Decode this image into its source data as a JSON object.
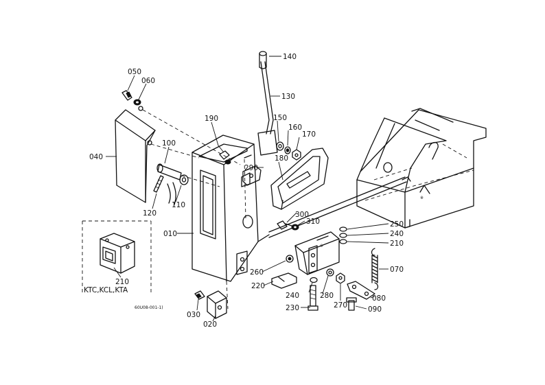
{
  "callouts": {
    "c050": "050",
    "c060": "060",
    "c040": "040",
    "c190": "190",
    "c100": "100",
    "c120": "120",
    "c110": "110",
    "c010": "010",
    "c140": "140",
    "c130": "130",
    "c150": "150",
    "c160": "160",
    "c170": "170",
    "c180": "180",
    "c290": "290",
    "c300": "300",
    "c310": "310",
    "c250": "250",
    "c240a": "240",
    "c210a": "210",
    "c070": "070",
    "c260": "260",
    "c220": "220",
    "c240b": "240",
    "c280": "280",
    "c270": "270",
    "c230": "230",
    "c080": "080",
    "c090": "090",
    "c030": "030",
    "c020": "020",
    "c210b": "210"
  },
  "variant_label": "KTC,KCL,KTA",
  "figure_code": "60U08-001-1)"
}
